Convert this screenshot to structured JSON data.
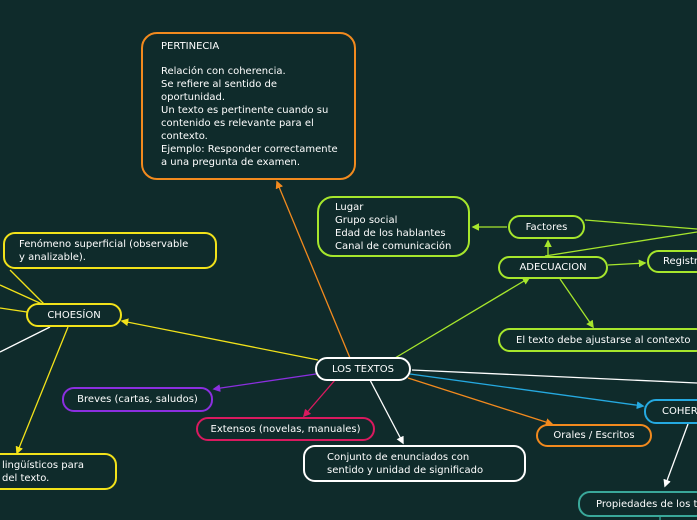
{
  "colors": {
    "background": "#0f2b2b",
    "orange": "#f28a1e",
    "yellow": "#f2e21a",
    "lime": "#a6e62c",
    "purple": "#8b2fe0",
    "magenta": "#d91a5f",
    "cyan": "#25a9e0",
    "teal": "#3aa89a",
    "white": "#ffffff"
  },
  "nodes": {
    "central": "LOS TEXTOS",
    "pertinencia": {
      "title": "PERTINECIA",
      "body": "     Relación con coherencia.\n     Se refiere al sentido de oportunidad.\n     Un texto es pertinente cuando su contenido es relevante para el contexto.\n     Ejemplo: Responder correctamente a una pregunta de examen."
    },
    "cohesion": "CHOESÍON",
    "fenomeno": "Fenómeno superficial (observable\ny analizable).",
    "linguisticos": "lingüísticos para\ndel texto.",
    "breves": "Breves (cartas, saludos)",
    "extensos": "Extensos (novelas, manuales)",
    "conjunto": "Conjunto de enunciados con\nsentido y unidad de significado",
    "orales": "Orales / Escritos",
    "coherencia": "COHER",
    "propiedades": "Propiedades de los t",
    "adecuacion": "ADECUACION",
    "factores": "Factores",
    "factores_list": "Lugar\nGrupo social\nEdad de los hablantes\nCanal de comunicación",
    "registro": "Registr",
    "ajustarse": "El texto debe ajustarse al contexto"
  }
}
